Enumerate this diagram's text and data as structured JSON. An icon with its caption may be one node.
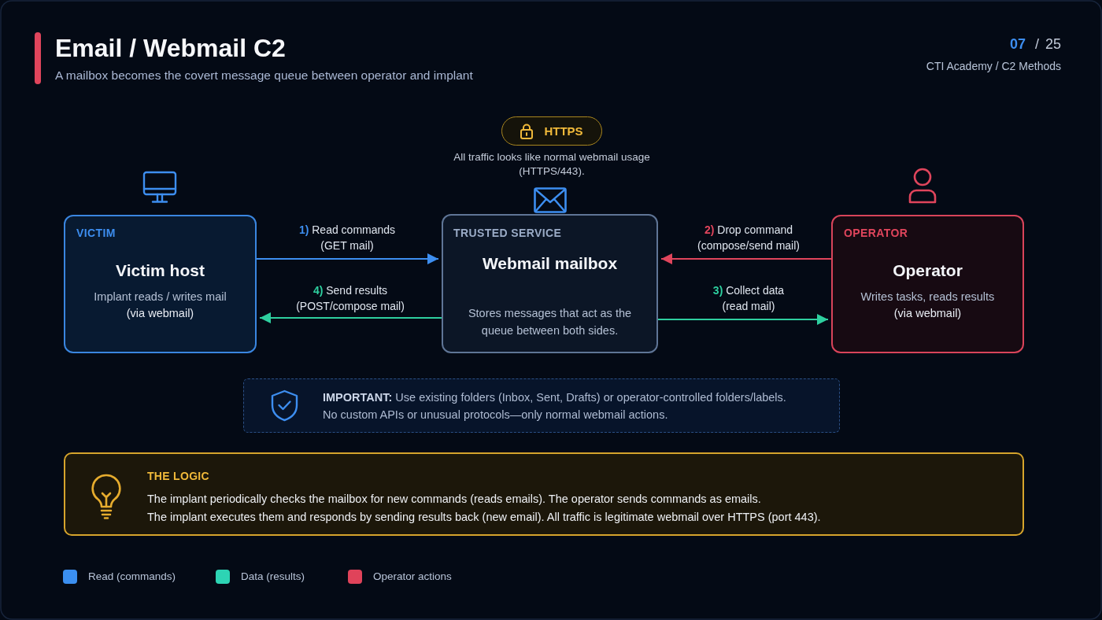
{
  "diagram": {
    "title": "Email / Webmail C2",
    "nodes": [
      {
        "text": [
          "HTTPS"
        ],
        "beside": [
          "All traffic looks like normal webmail usage (HTTPS/443)."
        ]
      },
      {
        "text": [
          "VICTIM",
          "Victim host",
          "Implant reads / writes mail",
          "(via webmail)"
        ]
      },
      {
        "text": [
          "TRUSTED SERVICE",
          "Webmail mailbox",
          "Stores messages that act as the queue between both sides."
        ]
      },
      {
        "text": [
          "OPERATOR",
          "Operator",
          "Writes tasks, reads results",
          "(via webmail)"
        ]
      },
      {
        "text": [
          "**IMPORTANT:** Use existing folders (Inbox, Sent, Drafts) or operator-controlled folders/labels. No custom APIs or unusual protocols—only normal webmail actions."
        ]
      },
      {
        "text": [
          "THE LOGIC",
          "The implant periodically checks the mailbox for new commands (reads emails). The operator sends commands as emails.",
          "The implant executes them and responds by sending results back (new email). All traffic is legitimate webmail over HTTPS (port 443)."
        ]
      }
    ],
    "edges": [
      {
        "from": 1,
        "to": 2,
        "arrow": "to",
        "label": "1) Read commands (GET mail)",
        "color": "#3d8ef0"
      },
      {
        "from": 3,
        "to": 2,
        "arrow": "to",
        "label": "2) Drop command (compose/send mail)",
        "color": "#e0455c"
      },
      {
        "from": 2,
        "to": 3,
        "arrow": "to",
        "label": "3) Collect data (read mail)",
        "color": "#2ecf9f"
      },
      {
        "from": 2,
        "to": 1,
        "arrow": "to",
        "label": "4) Send results (POST/compose mail)",
        "color": "#2ecf9f"
      }
    ],
    "labels": [
      "A mailbox becomes the covert message queue between operator and implant",
      "07",
      "/",
      "25",
      "CTI Academy / C2 Methods"
    ],
    "legend": [
      {
        "text": "Read (commands)",
        "color": "#3b8ff0"
      },
      {
        "text": "Data (results)",
        "color": "#2dd4b4"
      },
      {
        "text": "Operator actions",
        "color": "#e0435a"
      }
    ]
  }
}
